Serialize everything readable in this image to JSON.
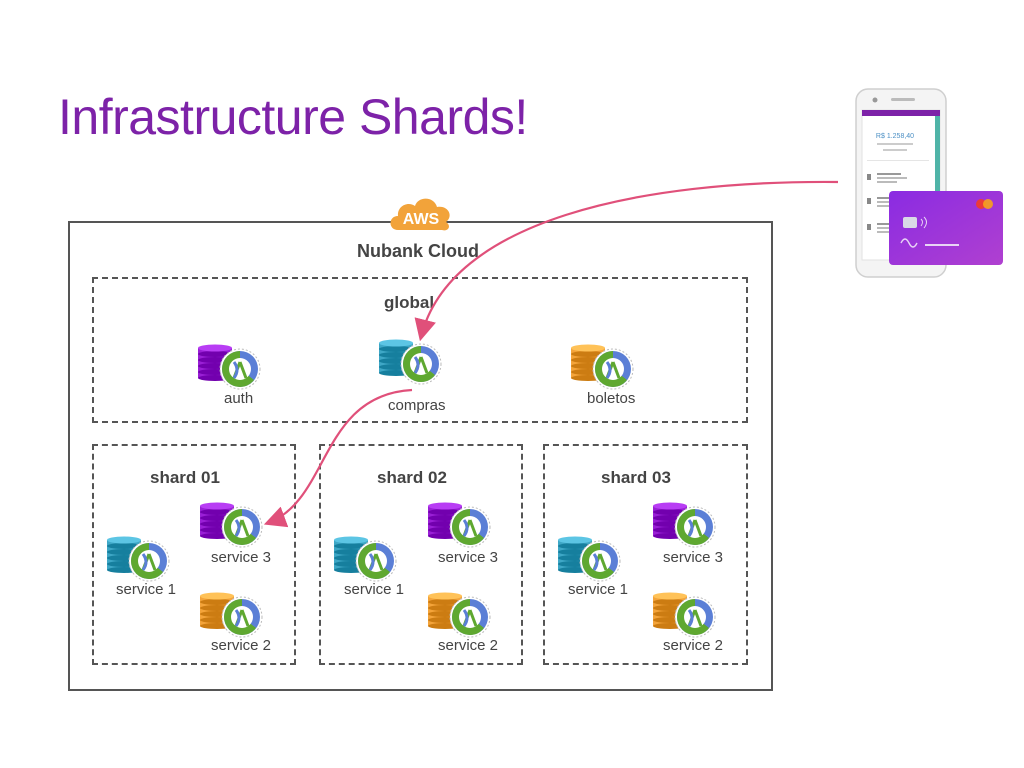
{
  "slide": {
    "title": "Infrastructure Shards!"
  },
  "cloud": {
    "badge": "AWS",
    "title": "Nubank Cloud"
  },
  "global": {
    "title": "global",
    "services": [
      {
        "label": "auth",
        "color": "purple"
      },
      {
        "label": "compras",
        "color": "teal"
      },
      {
        "label": "boletos",
        "color": "orange"
      }
    ]
  },
  "shards": [
    {
      "title": "shard 01",
      "service1": "service 1",
      "service2": "service 2",
      "service3": "service 3"
    },
    {
      "title": "shard 02",
      "service1": "service 1",
      "service2": "service 2",
      "service3": "service 3"
    },
    {
      "title": "shard 03",
      "service1": "service 1",
      "service2": "service 2",
      "service3": "service 3"
    }
  ],
  "colors": {
    "title": "#7d22a8",
    "purple": "#9a1fd6",
    "teal": "#3ea7c6",
    "orange": "#f4a43a",
    "arrow": "#e0507a",
    "clojure_green": "#5fa830",
    "clojure_blue": "#5b7fd6"
  },
  "phone": {
    "balance": "R$ 1.258,40"
  }
}
